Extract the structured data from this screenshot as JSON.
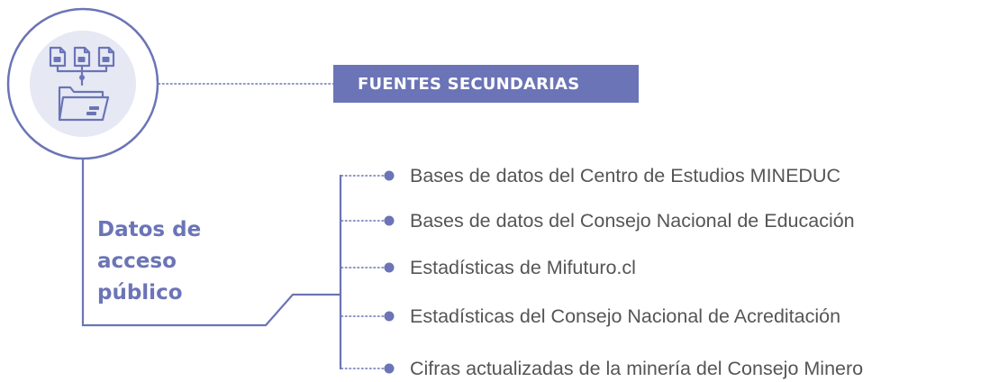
{
  "heading": "FUENTES SECUNDARIAS",
  "category": {
    "lines": [
      "Datos de",
      "acceso",
      "público"
    ]
  },
  "sources": [
    "Bases de datos del Centro de Estudios MINEDUC",
    "Bases de datos del Consejo Nacional de Educación",
    "Estadísticas de Mifuturo.cl",
    "Estadísticas del Consejo Nacional de Acreditación",
    "Cifras actualizadas de la minería del Consejo Minero"
  ],
  "icon": "documents-into-folder-icon",
  "colors": {
    "accent": "#6b74b6",
    "circle_fill": "#e6e8f4",
    "item_text": "#555555",
    "heading_text": "#ffffff"
  }
}
